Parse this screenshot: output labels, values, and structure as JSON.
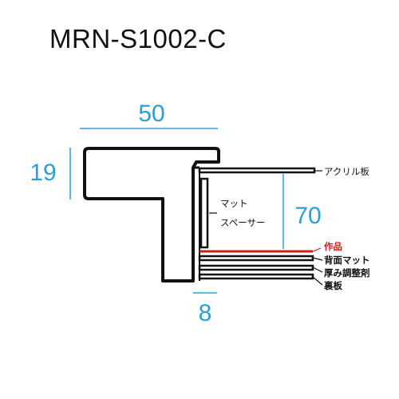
{
  "title": "MRN-S1002-C",
  "dimensions": {
    "width": "50",
    "height": "19",
    "depth": "70",
    "lip": "8"
  },
  "labels": {
    "acrylic": "アクリル板",
    "mat_line1": "マット",
    "mat_line2": "スペーサー",
    "artwork": "作品",
    "back_mat": "背面マット",
    "thickness_adjuster": "厚み調整剤",
    "back_board": "裏板"
  },
  "colors": {
    "dimension": "#2a9fd6",
    "artwork": "#d11a1a",
    "outline": "#111111"
  }
}
